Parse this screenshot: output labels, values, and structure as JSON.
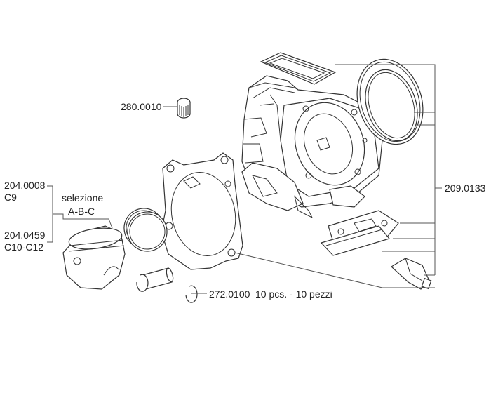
{
  "labels": {
    "bearing": "280.0010",
    "piston_a": "204.0008",
    "piston_a_note": "C9",
    "piston_b": "204.0459",
    "piston_b_note": "C10-C12",
    "selection_title": "selezione",
    "selection_values": "A-B-C",
    "kit": "209.0133",
    "clip_code": "272.0100",
    "clip_qty": "10 pcs. - 10 pezzi"
  },
  "colors": {
    "line": "#333333",
    "background": "#ffffff"
  }
}
